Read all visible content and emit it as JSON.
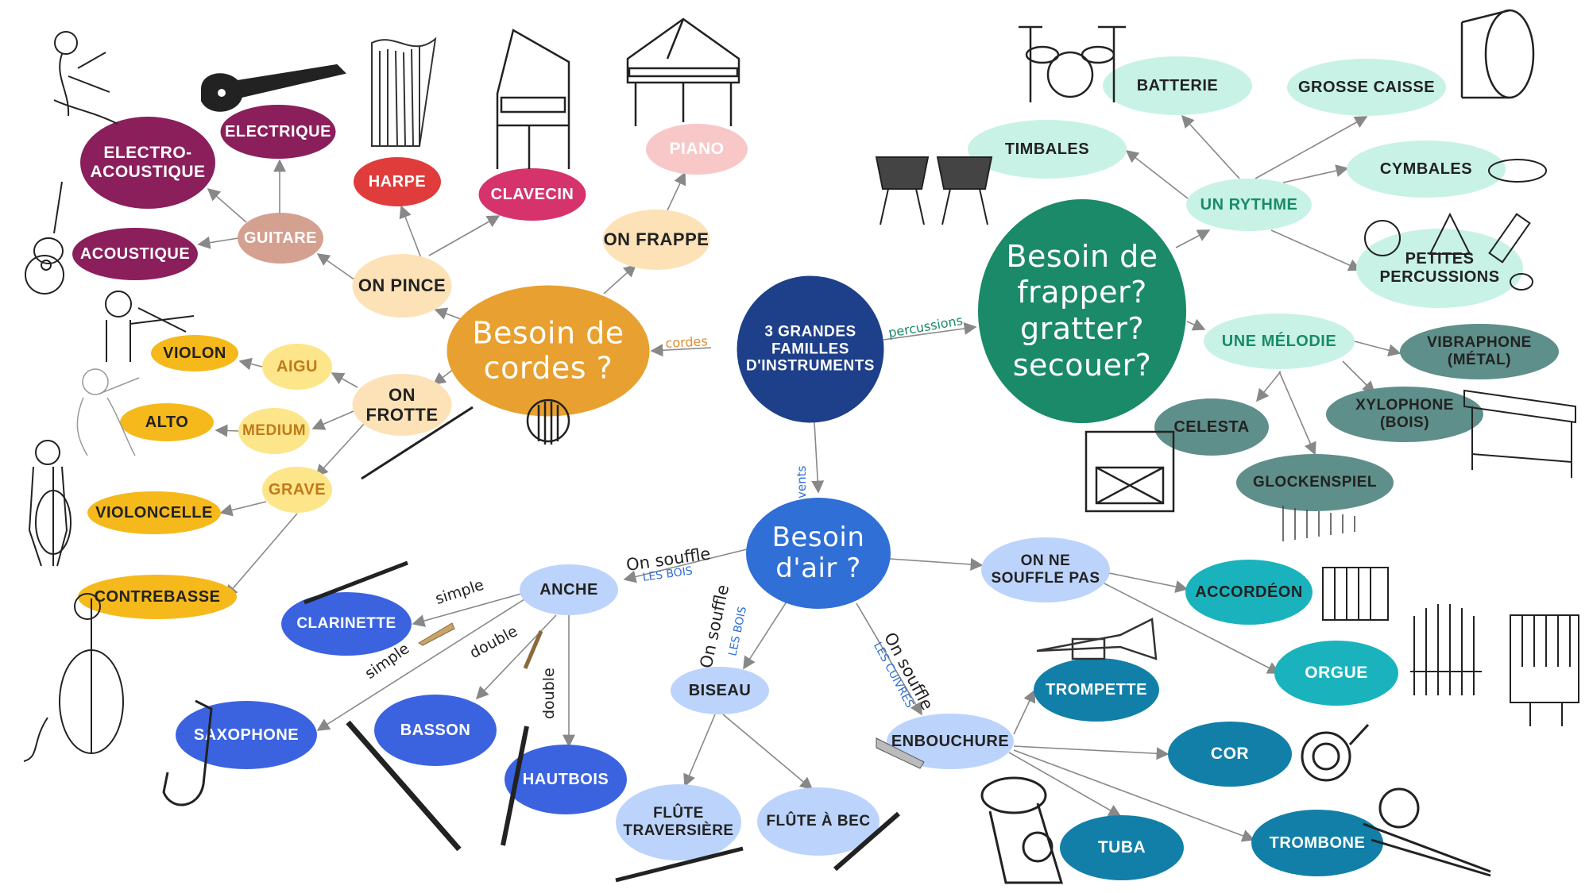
{
  "center": "3 GRANDES\nFAMILLES\nD'INSTRUMENTS",
  "branches": {
    "cordes": {
      "label": "Besoin de\ncordes ?",
      "edge_label": "cordes",
      "on_pince": "ON PINCE",
      "on_frotte": "ON FROTTE",
      "on_frappe": "ON FRAPPE",
      "guitare": "GUITARE",
      "electro_acoustique": "ELECTRO-\nACOUSTIQUE",
      "electrique": "ELECTRIQUE",
      "acoustique": "ACOUSTIQUE",
      "harpe": "HARPE",
      "clavecin": "CLAVECIN",
      "piano": "PIANO",
      "aigu": "AIGU",
      "medium": "MEDIUM",
      "grave": "GRAVE",
      "violon": "VIOLON",
      "alto": "ALTO",
      "violoncelle": "VIOLONCELLE",
      "contrebasse": "CONTREBASSE"
    },
    "percussions": {
      "label": "Besoin de\nfrapper?\ngratter?\nsecouer?",
      "edge_label": "percussions",
      "un_rythme": "UN RYTHME",
      "une_melodie": "UNE MÉLODIE",
      "batterie": "BATTERIE",
      "grosse_caisse": "GROSSE CAISSE",
      "timbales": "TIMBALES",
      "cymbales": "CYMBALES",
      "petites_percussions": "PETITES\nPERCUSSIONS",
      "vibraphone": "VIBRAPHONE\n(métal)",
      "xylophone": "XYLOPHONE\n(bois)",
      "celesta": "CELESTA",
      "glockenspiel": "GLOCKENSPIEL"
    },
    "vents": {
      "label": "Besoin\nd'air ?",
      "edge_label": "vents",
      "anche": "ANCHE",
      "biseau": "BISEAU",
      "embouchure": "ENBOUCHURE",
      "on_ne_souffle_pas": "ON NE\nSOUFFLE PAS",
      "clarinette": "CLARINETTE",
      "saxophone": "SAXOPHONE",
      "basson": "BASSON",
      "hautbois": "HAUTBOIS",
      "flute_traversiere": "FLÛTE\nTRAVERSIÈRE",
      "flute_a_bec": "FLÛTE À BEC",
      "trompette": "TROMPETTE",
      "cor": "COR",
      "tuba": "TUBA",
      "trombone": "TROMBONE",
      "accordeon": "ACCORDÉON",
      "orgue": "ORGUE",
      "on_souffle": "On souffle",
      "les_bois": "LES BOIS",
      "les_cuivres": "LES CUIVRES",
      "simple": "simple",
      "double": "double"
    }
  },
  "colors": {
    "center": "#1e3f8a",
    "cordes": "#e8a030",
    "percussions": "#1a8a68",
    "vents": "#2f6fd6",
    "guitar_family": "#8a1f5c",
    "guitar_node": "#d4a090",
    "red": "#e03c3c",
    "pink": "#d6336c",
    "light_pink": "#f8c8c8",
    "light_orange": "#fde2b8",
    "yellow": "#fde58a",
    "gold": "#f6b91c",
    "mint": "#c8f2e6",
    "teal_grey": "#5f8f8a",
    "light_blue": "#bcd4fb",
    "blue": "#3b63e0",
    "cyan": "#1ab3bd",
    "dark_cyan": "#127fa8"
  }
}
